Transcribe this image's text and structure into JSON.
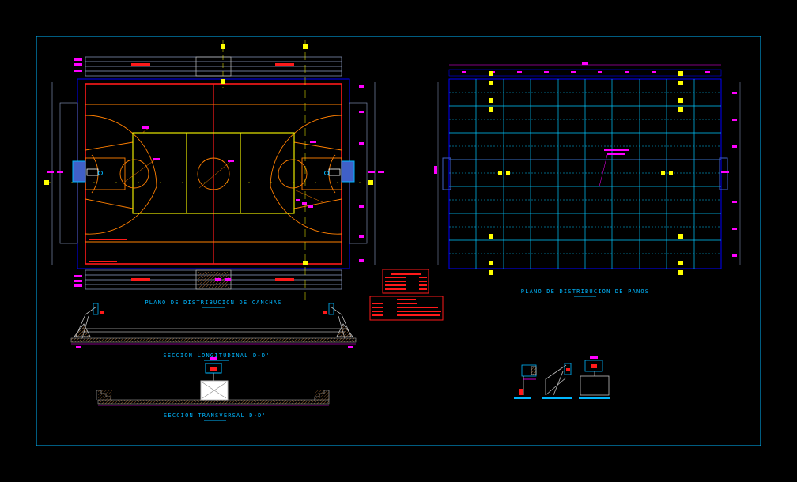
{
  "colors": {
    "background": "#000000",
    "frame": "#00b7ff",
    "dimension": "#ff00ff",
    "court_boundary": "#ff1a1a",
    "court_lines": "#ff7f00",
    "key_lines": "#ffff00",
    "grid": "#00c8ff",
    "structure": "#0000ff"
  },
  "titles": {
    "court_plan": "PLANO DE DISTRIBUCION DE CANCHAS",
    "section_long": "SECCION LONGITUDINAL D-D'",
    "section_trans": "SECCION TRANSVERSAL D-D'",
    "panel_plan": "PLANO DE DISTRIBUCION DE PAÑOS"
  },
  "icons": [
    "basketball-hoop-icon",
    "section-marker-icon"
  ]
}
